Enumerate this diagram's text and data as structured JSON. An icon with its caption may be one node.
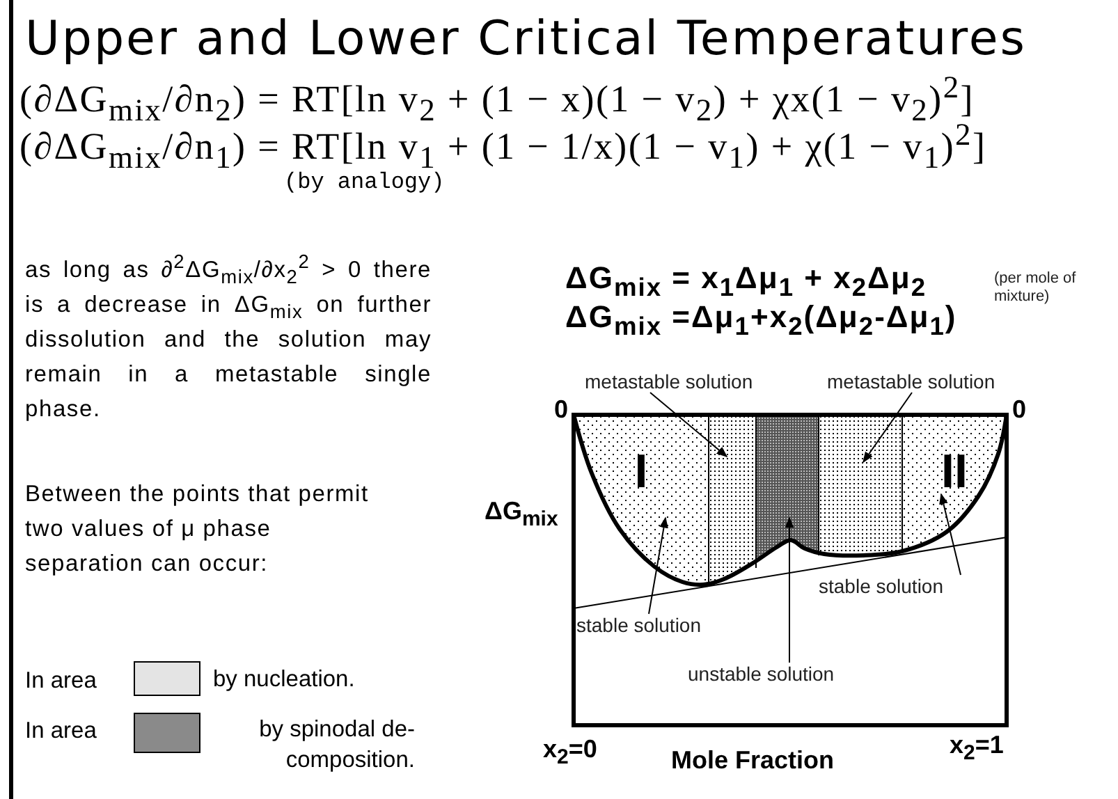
{
  "diagram": {
    "title": "Upper and Lower Critical Temperatures",
    "nodes": [
      {
        "text": [
          "metastable solution"
        ]
      },
      {
        "text": [
          "metastable solution"
        ]
      },
      {
        "text": [
          "I"
        ]
      },
      {
        "text": [],
        "shape": "box"
      },
      {
        "text": [],
        "shape": "box"
      },
      {
        "text": [],
        "shape": "box"
      },
      {
        "text": [
          "II"
        ]
      },
      {
        "text": [
          "stable solution"
        ]
      },
      {
        "text": [
          "stable solution"
        ]
      },
      {
        "text": [
          "unstable solution"
        ]
      }
    ],
    "edges": [
      {
        "from": 0,
        "to": 3,
        "arrow": "to"
      },
      {
        "from": 1,
        "to": 5,
        "arrow": "to"
      },
      {
        "from": 8,
        "to": 2,
        "arrow": "to"
      },
      {
        "from": 7,
        "to": 6,
        "arrow": "to"
      },
      {
        "from": 9,
        "to": 4,
        "arrow": "to"
      }
    ],
    "labels": [
      "(∂ΔG$_{mix}$/∂n$_{2}$) = RT[ln v$_{2}$ + (1 − x)(1 − v$_{2}$) + χx(1 − v$_{2}$)$^{2}$]",
      "(∂ΔG$_{mix}$/∂n$_{1}$) = RT[ln v$_{1}$ + (1 − 1/x)(1 − v$_{1}$) + χ(1 − v$_{1}$)$^{2}$]",
      "(by analogy)",
      "as long as ∂$^{2}$ΔG$_{mix}$/∂x$_{2}$$^{2}$ > 0 there is a decrease in ΔG$_{mix}$ on further dissolution and the solution may remain in a metastable single phase.",
      "Between the points that permit two values of μ phase separation can occur:",
      "In area",
      "In area",
      "ΔG$_{mix}$ = x$_{1}$Δμ$_{1}$ + x$_{2}$Δμ$_{2}$",
      "ΔG$_{mix}$ =Δμ$_{1}$+x$_{2}$(Δμ$_{2}$-Δμ$_{1}$)",
      "(per mole of mixture)",
      "0",
      "0",
      "ΔG$_{mix}$",
      "x$_{2}$=0",
      "Mole Fraction",
      "x$_{2}$=1"
    ],
    "legend": [
      {
        "text": "by nucleation.",
        "color": "#e4e4e4"
      },
      {
        "text": "by spinodal de- composition.",
        "color": "#8a8a8a"
      }
    ]
  }
}
